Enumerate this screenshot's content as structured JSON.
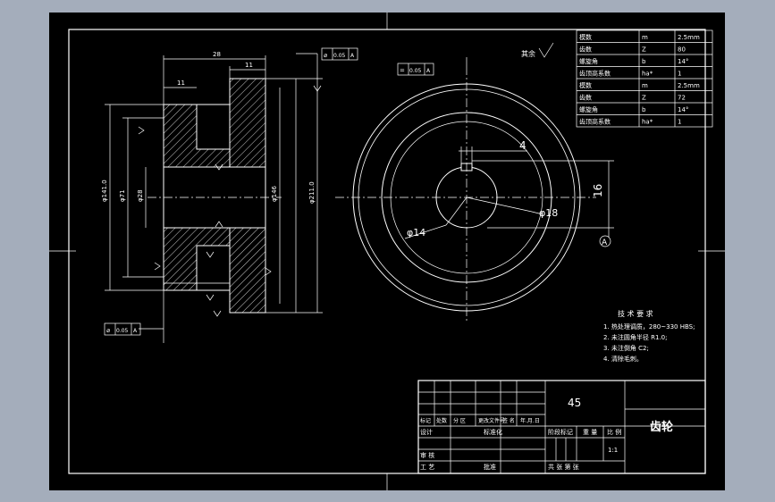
{
  "title_block": {
    "material": "45",
    "part_name": "齿轮",
    "header_row": [
      "标记",
      "处数",
      "分 区",
      "更改文件号",
      "签 名",
      "年.月.日"
    ],
    "design_label": "设计",
    "standard_label": "标准化",
    "review_label": "审 核",
    "process_label": "工 艺",
    "approve_label": "批准",
    "stage_headers": [
      "阶段标记",
      "重 量",
      "比 例"
    ],
    "scale": "1:1",
    "sheet_text": "共   张   第   张"
  },
  "params_table": [
    [
      "模数",
      "m",
      "2.5mm"
    ],
    [
      "齿数",
      "Z",
      "80"
    ],
    [
      "螺旋角",
      "b",
      "14°"
    ],
    [
      "齿顶高系数",
      "ha*",
      "1"
    ],
    [
      "模数",
      "m",
      "2.5mm"
    ],
    [
      "齿数",
      "Z",
      "72"
    ],
    [
      "螺旋角",
      "b",
      "14°"
    ],
    [
      "齿顶高系数",
      "ha*",
      "1"
    ]
  ],
  "tech_req": {
    "title": "技 术 要 求",
    "items": [
      "1. 热处理调质，280~330 HBS;",
      "2. 未注圆角半径 R1.0;",
      "3. 未注倒角 C2;",
      "4. 清除毛刺。"
    ]
  },
  "roughness_note": "其余",
  "dims_side": {
    "width": "28",
    "hub": "11",
    "groove": "11",
    "tol_top": "0.05",
    "tol_top_ref": "A",
    "tol_bottom": "0.05",
    "tol_bottom_ref": "A",
    "d_left_outer": "φ141.0",
    "d_left_mid": "φ71",
    "d_left_bore": "φ28",
    "d_right_a": "φ146",
    "d_right_b": "φ211.0"
  },
  "dims_front": {
    "keyway_width": "4",
    "keyway_depth": "16",
    "bore_dia": "φ14",
    "bore_dia_tol": "φ18",
    "datum": "A",
    "tol_top": "0.05",
    "tol_top_ref": "A"
  }
}
